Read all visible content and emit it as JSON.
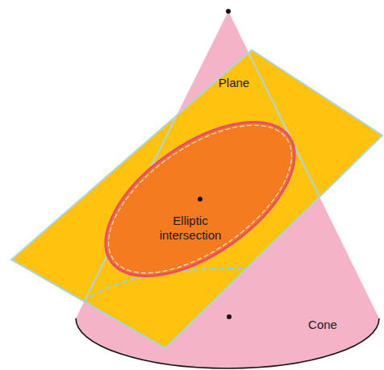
{
  "diagram": {
    "nodes": [
      {
        "text": [
          "Plane"
        ]
      },
      {
        "text": [
          "Elliptic intersection"
        ],
        "in": 0
      },
      {
        "text": [
          "Cone"
        ]
      }
    ]
  }
}
